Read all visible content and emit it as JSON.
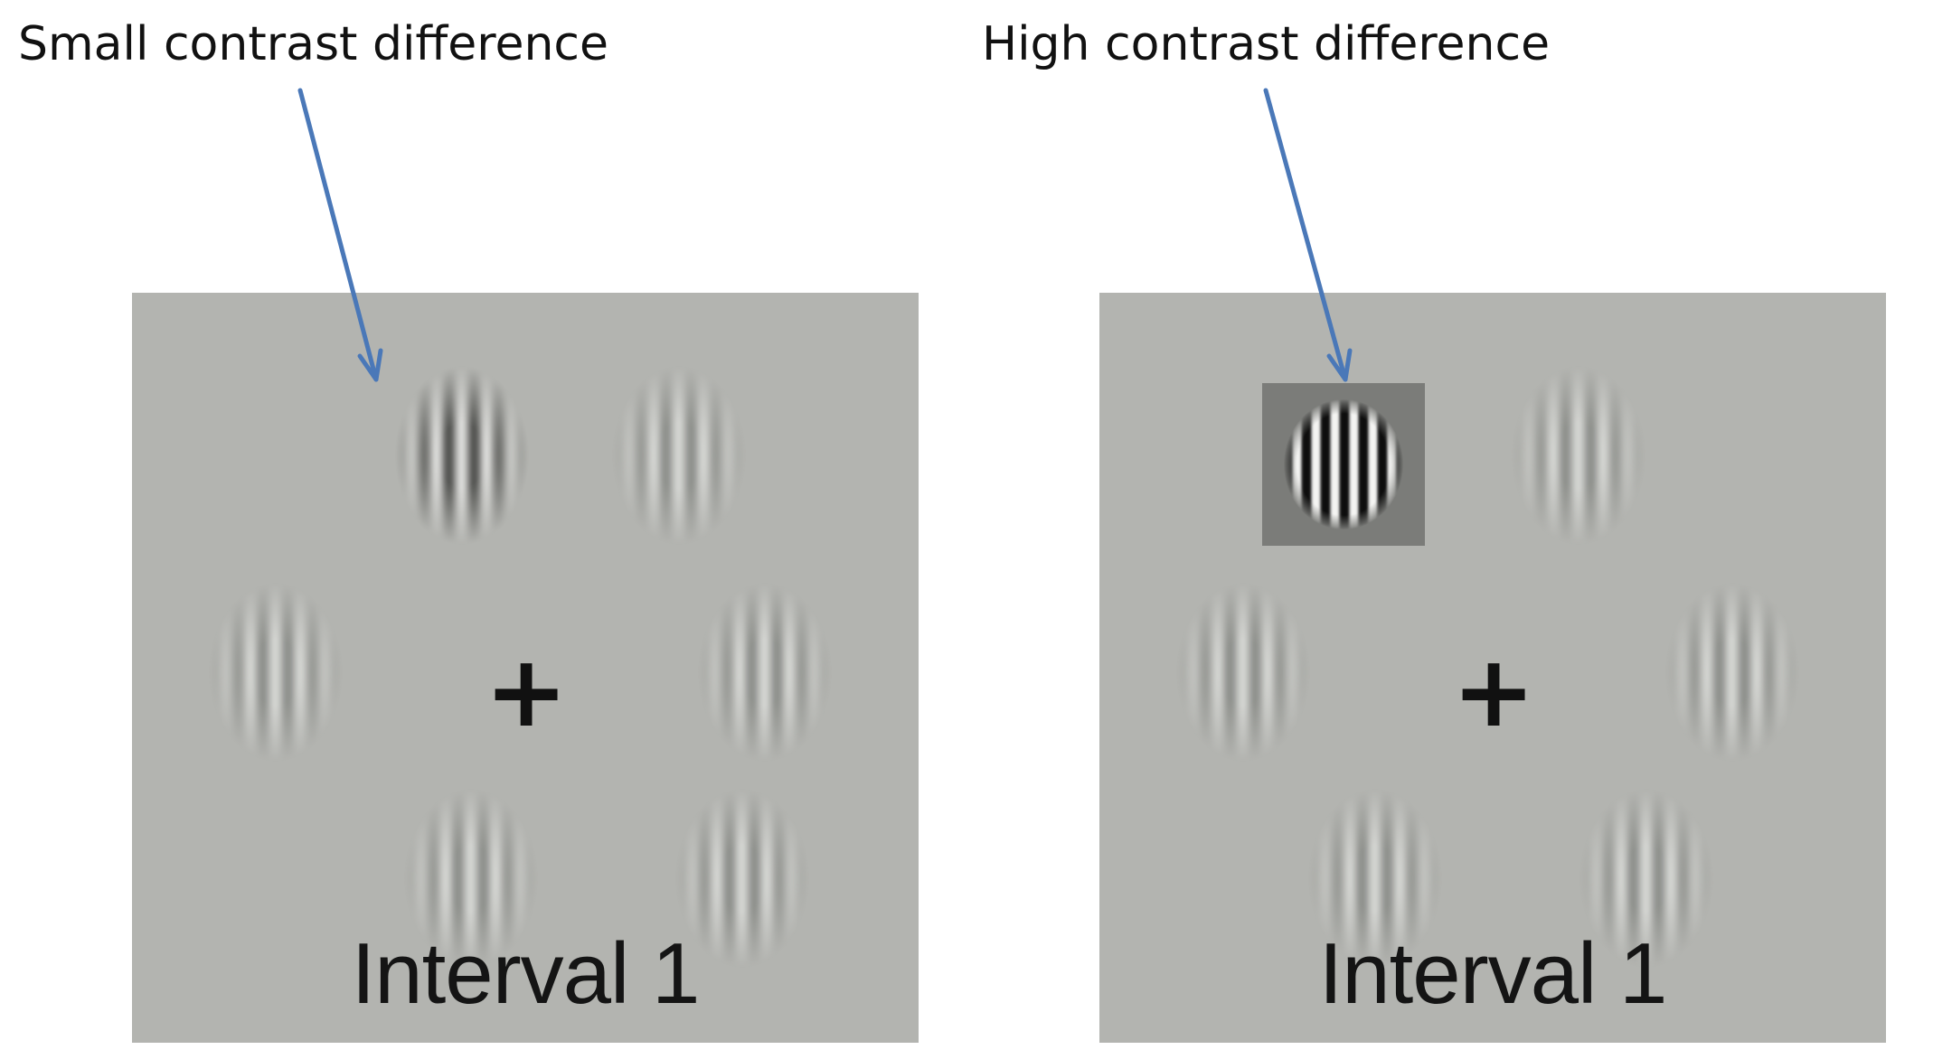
{
  "captions": {
    "left": "Small contrast difference",
    "right": "High contrast difference"
  },
  "panels": {
    "left": {
      "fixation": "+",
      "interval_label": "Interval 1"
    },
    "right": {
      "fixation": "+",
      "interval_label": "Interval 1"
    }
  },
  "colors": {
    "arrow": "#4a78b8",
    "panel_background": "#b3b4b0",
    "target_box": "#7b7c79"
  }
}
